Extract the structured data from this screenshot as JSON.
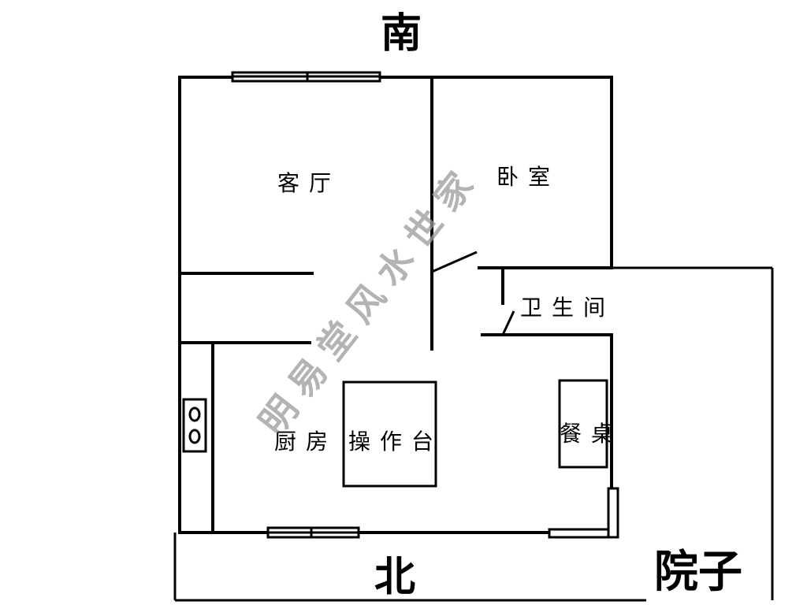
{
  "directions": {
    "south": "南",
    "north": "北"
  },
  "yard": "院子",
  "rooms": {
    "living_room": "客厅",
    "bedroom": "卧室",
    "bathroom": "卫生间",
    "kitchen": "厨房",
    "counter": "操作台",
    "dining_table": "餐桌"
  },
  "watermark": "明易堂风水世家"
}
